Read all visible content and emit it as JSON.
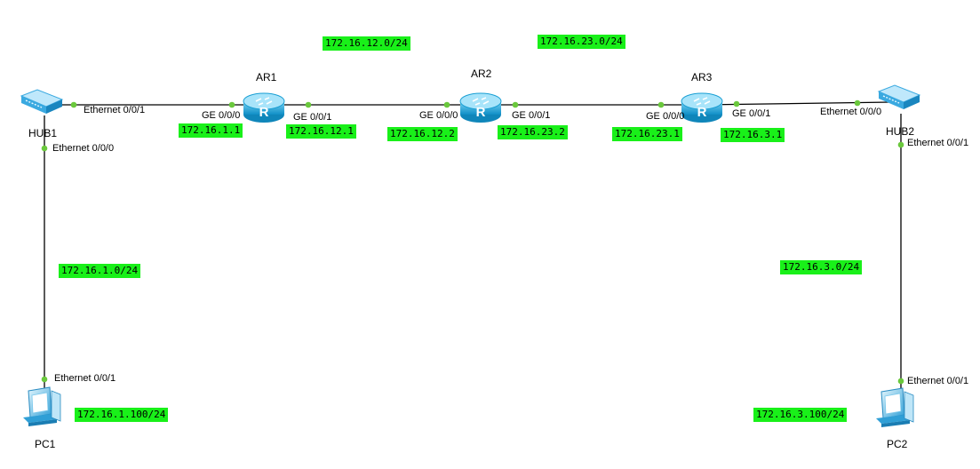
{
  "colors": {
    "link": "#000000",
    "port_dot": "#6ac83c",
    "highlight": "#19f019",
    "router_body": "#1aa3d9",
    "hub_body": "#5cc4ee",
    "pc_body": "#3aa9e0"
  },
  "devices": {
    "ar1": {
      "label": "AR1",
      "icon": "router-icon"
    },
    "ar2": {
      "label": "AR2",
      "icon": "router-icon"
    },
    "ar3": {
      "label": "AR3",
      "icon": "router-icon"
    },
    "hub1": {
      "label": "HUB1",
      "icon": "hub-icon"
    },
    "hub2": {
      "label": "HUB2",
      "icon": "hub-icon"
    },
    "pc1": {
      "label": "PC1",
      "icon": "pc-icon"
    },
    "pc2": {
      "label": "PC2",
      "icon": "pc-icon"
    }
  },
  "ports": {
    "hub1_e001": "Ethernet 0/0/1",
    "hub1_e000": "Ethernet 0/0/0",
    "ar1_ge000": "GE 0/0/0",
    "ar1_ge001": "GE 0/0/1",
    "ar2_ge000": "GE 0/0/0",
    "ar2_ge001": "GE 0/0/1",
    "ar3_ge000": "GE 0/0/0",
    "ar3_ge001": "GE 0/0/1",
    "hub2_e000": "Ethernet 0/0/0",
    "hub2_e001": "Ethernet 0/0/1",
    "pc1_e001": "Ethernet 0/0/1",
    "pc2_e001": "Ethernet 0/0/1"
  },
  "addresses": {
    "net_12": "172.16.12.0/24",
    "net_23": "172.16.23.0/24",
    "net_1": "172.16.1.0/24",
    "net_3": "172.16.3.0/24",
    "ar1_ge000": "172.16.1.1",
    "ar1_ge001": "172.16.12.1",
    "ar2_ge000": "172.16.12.2",
    "ar2_ge001": "172.16.23.2",
    "ar3_ge000": "172.16.23.1",
    "ar3_ge001": "172.16.3.1",
    "pc1": "172.16.1.100/24",
    "pc2": "172.16.3.100/24"
  }
}
